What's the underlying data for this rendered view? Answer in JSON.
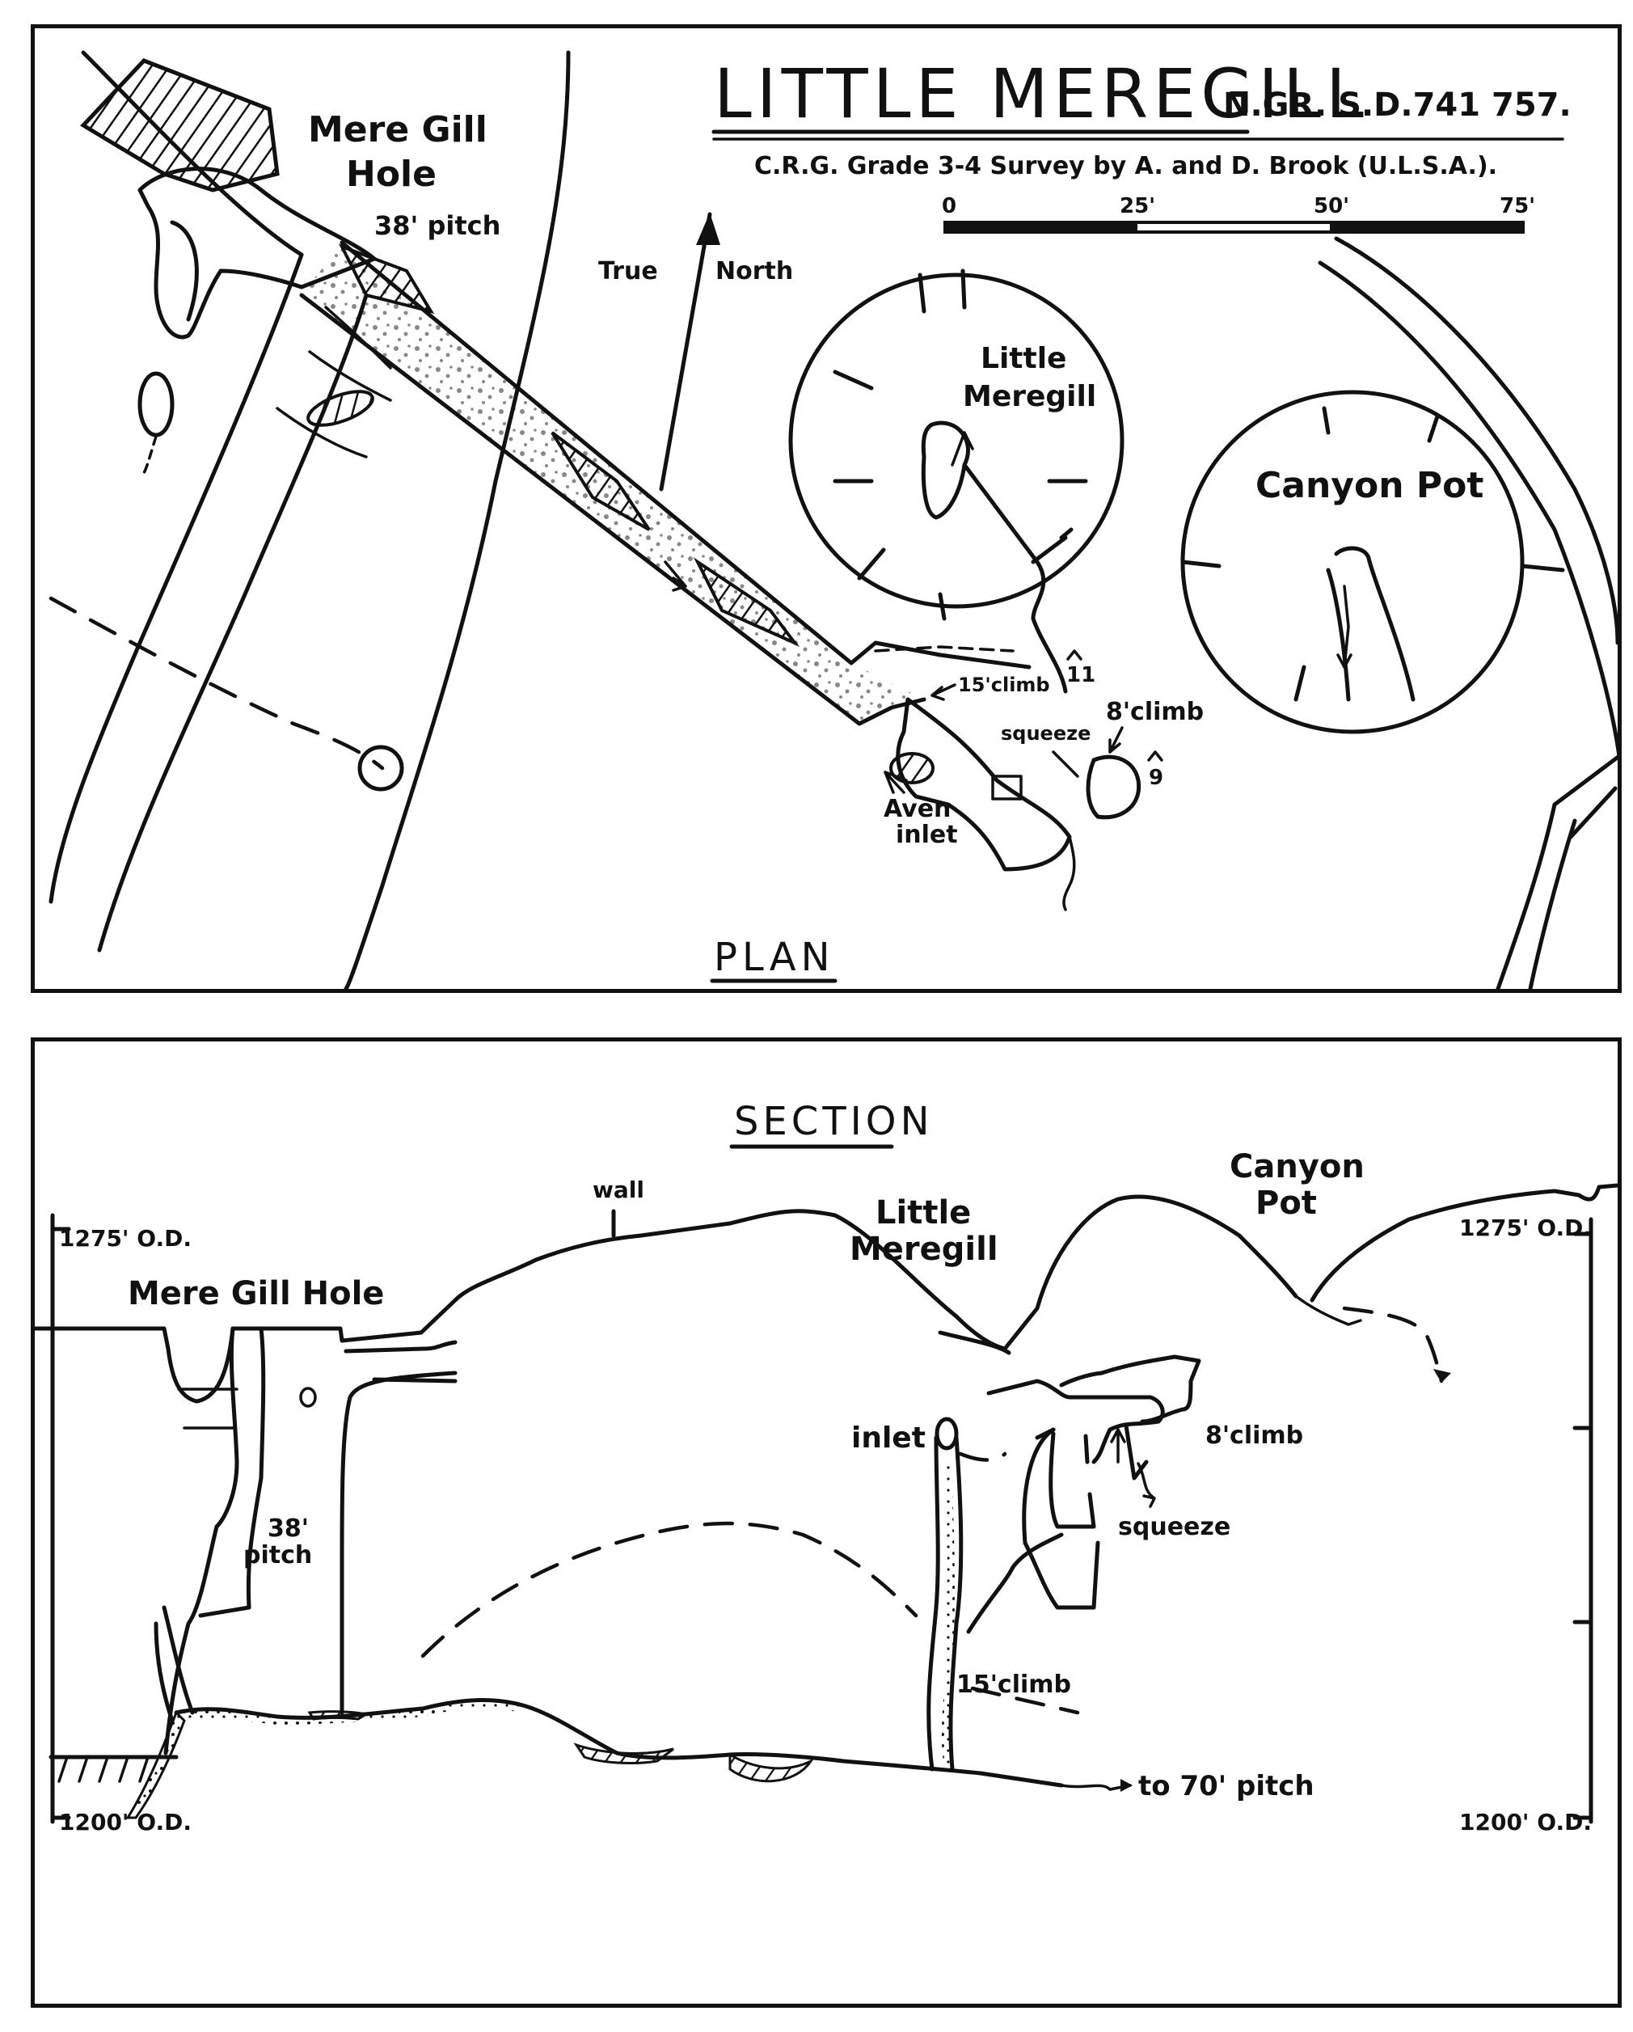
{
  "title": {
    "main": "LITTLE MEREGILL",
    "ngr": "N.GR. S.D.741 757.",
    "subtitle": "C.R.G. Grade 3-4 Survey by A. and D. Brook (U.L.S.A.)."
  },
  "scale_bar": {
    "labels": [
      "0",
      "25'",
      "50'",
      "75'"
    ]
  },
  "plan": {
    "heading": "PLAN",
    "north_label_1": "True",
    "north_label_2": "North",
    "labels": {
      "mere_gill_1": "Mere Gill",
      "mere_gill_2": "Hole",
      "pitch_38": "38' pitch",
      "little_meregill_1": "Little",
      "little_meregill_2": "Meregill",
      "canyon_pot": "Canyon Pot",
      "climb_15": "15'climb",
      "squeeze": "squeeze",
      "climb_8": "8'climb",
      "aven_1": "Aven",
      "aven_2": "inlet",
      "depth_11": "11",
      "depth_9": "9"
    }
  },
  "section": {
    "heading": "SECTION",
    "labels": {
      "od_1275_left": "1275' O.D.",
      "od_1275_right": "1275' O.D.",
      "od_1200_left": "1200' O.D.",
      "od_1200_right": "1200' O.D.",
      "wall": "wall",
      "mere_gill_hole": "Mere Gill  Hole",
      "little_1": "Little",
      "little_2": "Meregill",
      "canyon_1": "Canyon",
      "canyon_2": "Pot",
      "inlet": "inlet",
      "climb_8": "8'climb",
      "pitch_38_1": "38'",
      "pitch_38_2": "pitch",
      "squeeze": "squeeze",
      "climb_15": "15'climb",
      "to_70": "to 70' pitch"
    }
  }
}
